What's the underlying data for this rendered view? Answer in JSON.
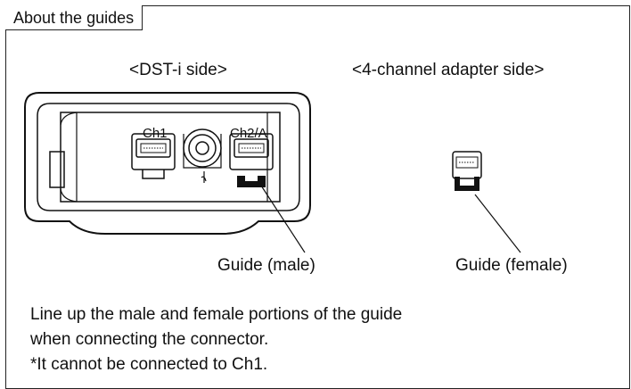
{
  "header": {
    "title": "About the guides"
  },
  "labels": {
    "left_side": "<DST-i side>",
    "right_side": "<4-channel adapter side>",
    "ch1": "Ch1",
    "ch2a": "Ch2/A",
    "guide_male": "Guide (male)",
    "guide_female": "Guide (female)"
  },
  "instructions": {
    "line1": "Line up the male and female portions of the guide",
    "line2": "when connecting the connector.",
    "note": "*It cannot be connected to Ch1."
  }
}
